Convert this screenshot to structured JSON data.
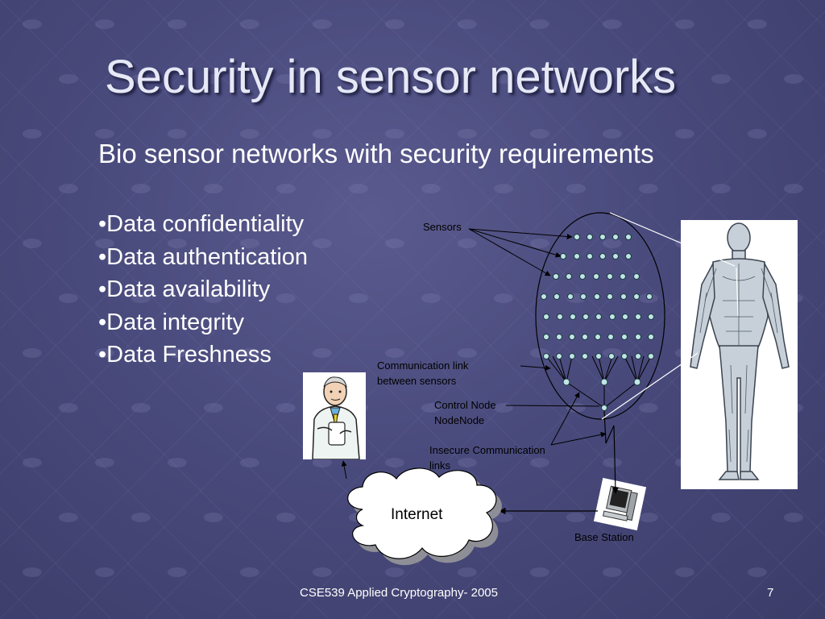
{
  "slide": {
    "title": "Security in sensor networks",
    "subtitle": "Bio sensor networks with security requirements",
    "bullets": [
      "•Data confidentiality",
      "•Data authentication",
      "•Data availability",
      "•Data integrity",
      "•Data Freshness"
    ],
    "footer": "CSE539 Applied Cryptography- 2005",
    "page_number": "7"
  },
  "diagram": {
    "labels": {
      "sensors": "Sensors",
      "comm_link_line1": "Communication link",
      "comm_link_line2": "between sensors",
      "control_node_line1": "Control Node",
      "control_node_line2": "NodeNode",
      "insecure_line1": "Insecure Communication",
      "insecure_line2": "links",
      "internet": "Internet",
      "base_station": "Base Station"
    },
    "icons": [
      "scientist-icon",
      "human-body-icon",
      "computer-icon",
      "cloud-icon"
    ]
  }
}
